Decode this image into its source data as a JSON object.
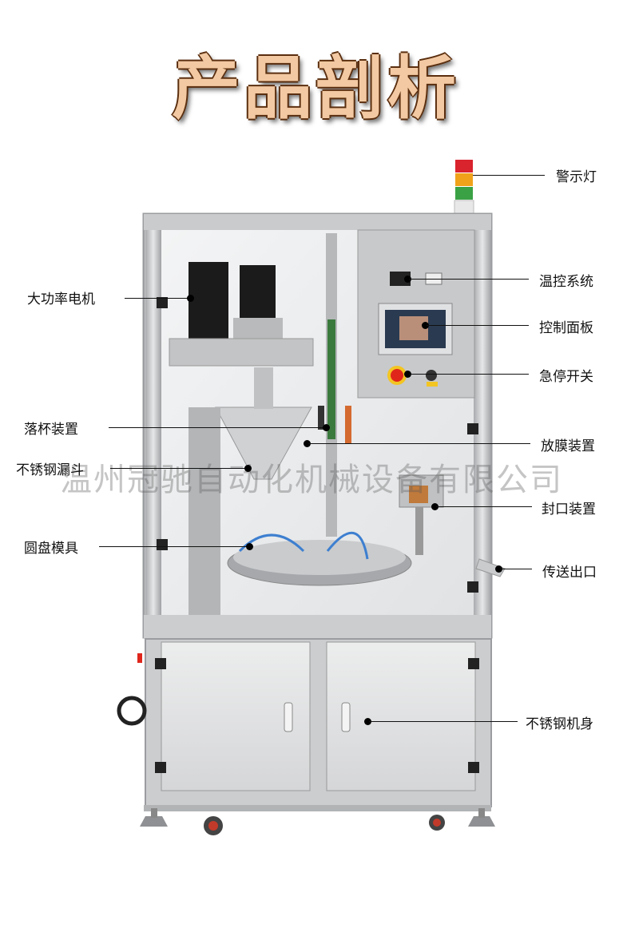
{
  "title": "产品剖析",
  "watermark": "温州冠驰自动化机械设备有限公司",
  "labels": {
    "warning_light": "警示灯",
    "temp_control": "温控系统",
    "control_panel": "控制面板",
    "emergency_stop": "急停开关",
    "film_device": "放膜装置",
    "sealing_device": "封口装置",
    "output": "传送出口",
    "stainless_body": "不锈钢机身",
    "motor": "大功率电机",
    "cup_drop": "落杯装置",
    "funnel": "不锈钢漏斗",
    "disc_mold": "圆盘模具"
  },
  "colors": {
    "title_fill": "#f2c9a2",
    "title_outline": "#5a2e0f",
    "steel": "#c8cacc",
    "light_red": "#d9232d",
    "light_yellow": "#f0a21a",
    "light_green": "#3aa245",
    "estop": "#e0261b"
  }
}
